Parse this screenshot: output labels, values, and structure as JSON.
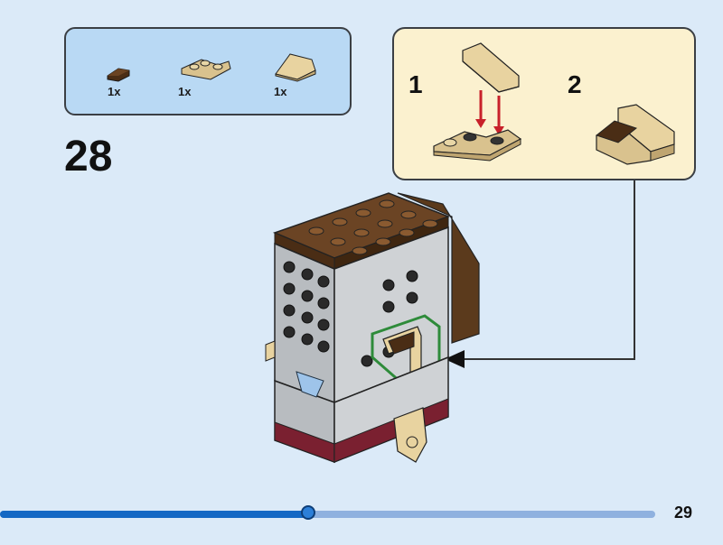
{
  "parts": [
    {
      "qty": "1x",
      "icon": "brown-wedge-tile-icon"
    },
    {
      "qty": "1x",
      "icon": "tan-corner-plate-icon"
    },
    {
      "qty": "1x",
      "icon": "tan-slope-brick-icon"
    }
  ],
  "step": {
    "number": "28"
  },
  "substeps": [
    {
      "label": "1"
    },
    {
      "label": "2"
    }
  ],
  "progress": {
    "fraction": 0.47
  },
  "page": {
    "number": "29"
  },
  "colors": {
    "background": "#dbeaf8",
    "parts_panel": "#b9d9f4",
    "subassembly_panel": "#fbf1cf",
    "progress_fill": "#1468c4",
    "progress_track": "#8fb1df",
    "arrow_red": "#c8202a",
    "highlight_green": "#2e8b3a"
  }
}
